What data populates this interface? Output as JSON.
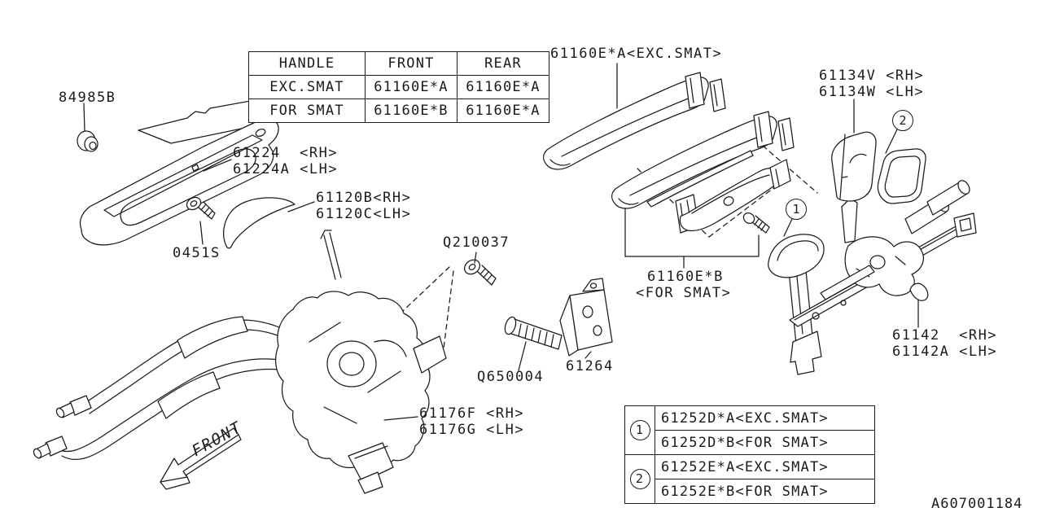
{
  "diagram": {
    "code": "A607001184",
    "front_indicator": "FRONT"
  },
  "handle_table": {
    "headers": [
      "HANDLE",
      "FRONT",
      "REAR"
    ],
    "rows": [
      {
        "name": "EXC.SMAT",
        "front": "61160E*A",
        "rear": "61160E*A"
      },
      {
        "name": "FOR SMAT",
        "front": "61160E*B",
        "rear": "61160E*A"
      }
    ]
  },
  "legend_table": {
    "items": [
      {
        "symbol": "1",
        "variants": [
          "61252D*A<EXC.SMAT>",
          "61252D*B<FOR SMAT>"
        ]
      },
      {
        "symbol": "2",
        "variants": [
          "61252E*A<EXC.SMAT>",
          "61252E*B<FOR SMAT>"
        ]
      }
    ]
  },
  "part_labels": {
    "grommet": "84985B",
    "outer_handle_exc": "61160E*A<EXC.SMAT>",
    "handle_cover_rh": "61134V <RH>",
    "handle_cover_lh": "61134W <LH>",
    "trim_rh": "61224  <RH>",
    "trim_lh": "61224A <LH>",
    "pad_rh": "61120B<RH>",
    "pad_lh": "61120C<LH>",
    "trim_screw": "0451S",
    "handle_screw": "Q210037",
    "outer_handle_smat_code": "61160E*B",
    "outer_handle_smat_note": "<FOR SMAT>",
    "frame_rh": "61142  <RH>",
    "frame_lh": "61142A <LH>",
    "frame_bolt": "Q650004",
    "striker_bracket": "61264",
    "latch_rh": "61176F <RH>",
    "latch_lh": "61176G <LH>",
    "callout_1": "1",
    "callout_2": "2"
  },
  "colors": {
    "ink": "#1b1b1b",
    "background": "#ffffff"
  }
}
